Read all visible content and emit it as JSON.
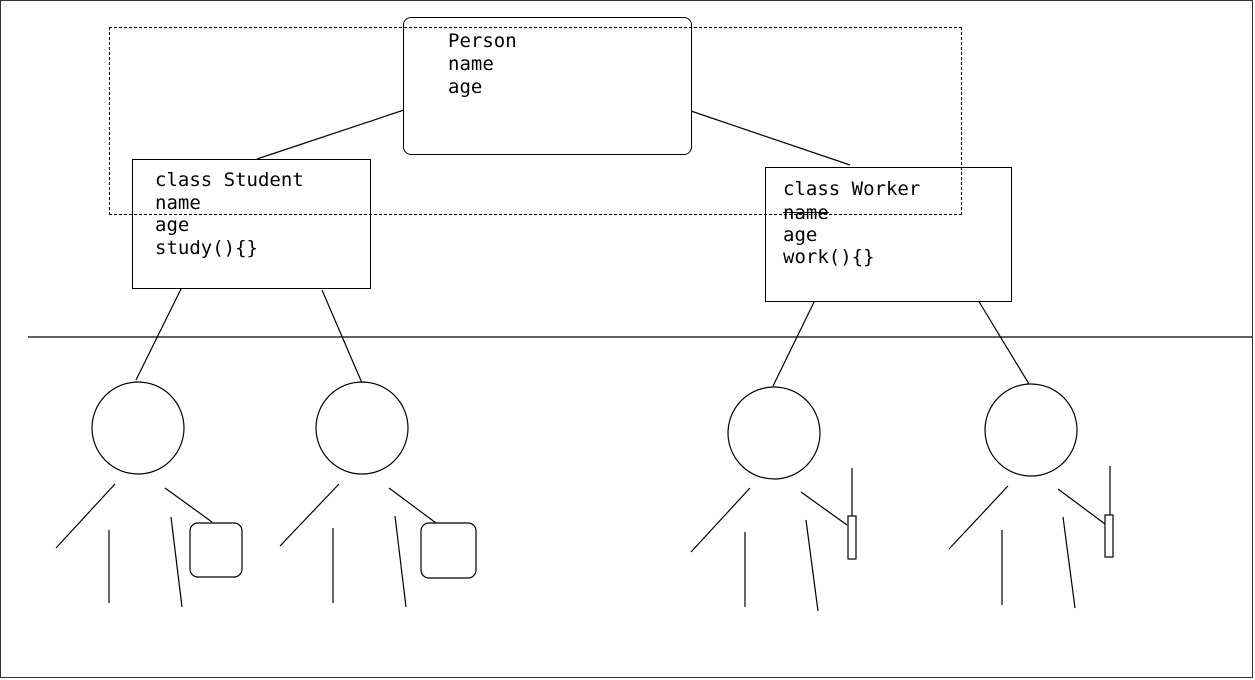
{
  "person_class": {
    "title": "Person",
    "fields": [
      "name",
      "age"
    ]
  },
  "student_class": {
    "title": "class Student",
    "fields": [
      "name",
      "age"
    ],
    "method": "study(){}"
  },
  "worker_class": {
    "title": "class Worker",
    "fields": [
      "name",
      "age"
    ],
    "method": "work(){}"
  },
  "colors": {
    "stroke": "#000000",
    "background": "#ffffff"
  },
  "figures": [
    {
      "kind": "student",
      "icon": "bag-icon"
    },
    {
      "kind": "student",
      "icon": "bag-icon"
    },
    {
      "kind": "worker",
      "icon": "tool-icon"
    },
    {
      "kind": "worker",
      "icon": "tool-icon"
    }
  ]
}
